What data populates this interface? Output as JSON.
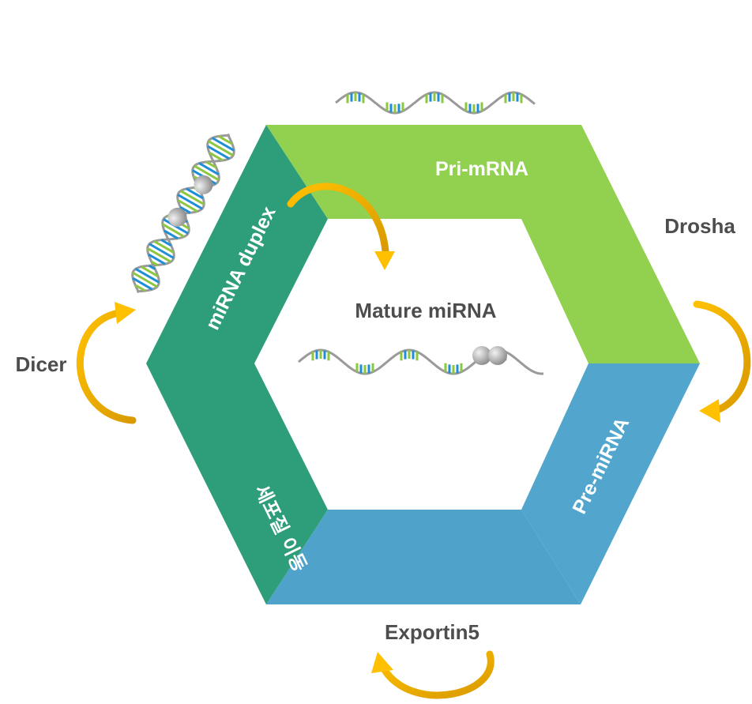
{
  "segments": {
    "pri": {
      "label": "Pri-mRNA",
      "color": "#92d050"
    },
    "pre": {
      "label": "Pre-miRNA",
      "color": "#52a5cc"
    },
    "duplex": {
      "label": "miRNA duplex",
      "color": "#2e9e7a"
    },
    "transport": {
      "label": "세포질 이동"
    }
  },
  "enzymes": {
    "drosha": "Drosha",
    "exportin": "Exportin5",
    "dicer": "Dicer"
  },
  "center": {
    "title": "Mature miRNA"
  },
  "colors": {
    "arrow": "#d9a300",
    "arrow_light": "#ffc000",
    "strand": "#9a9a9a",
    "base_green": "#8dc63f",
    "base_blue": "#1f8ed6"
  }
}
